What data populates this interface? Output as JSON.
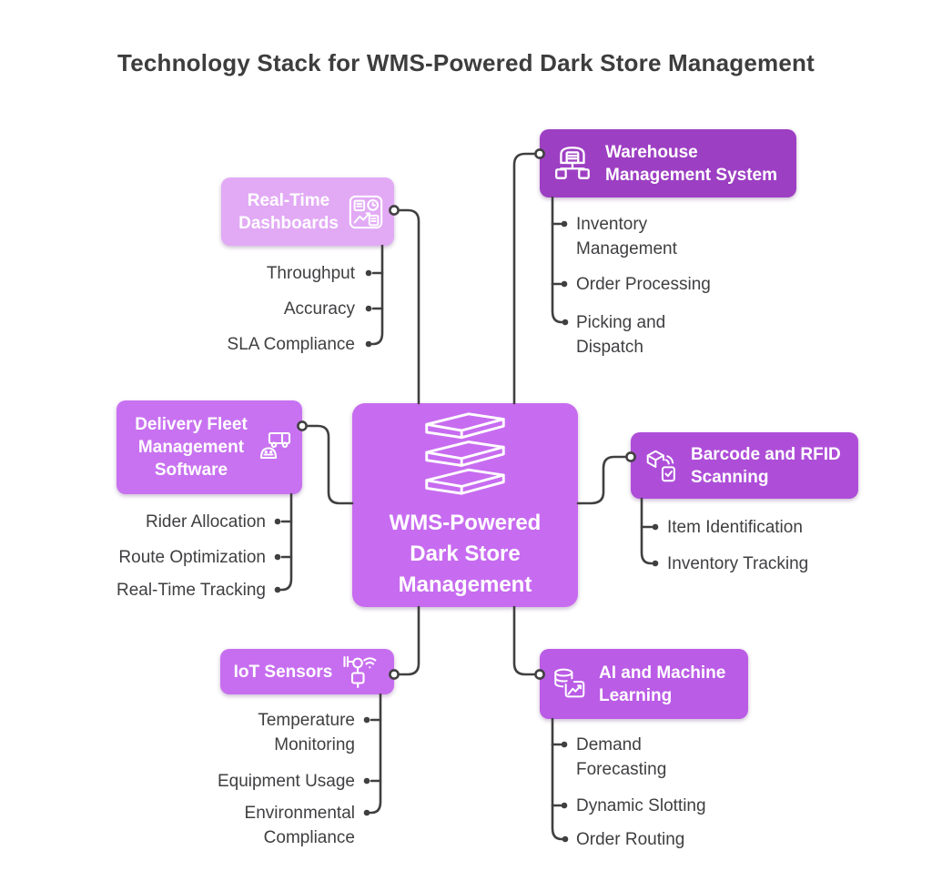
{
  "title": "Technology Stack for WMS-Powered Dark Store Management",
  "center": {
    "label": "WMS-Powered Dark Store Management",
    "icon": "stacked-layers-icon"
  },
  "branches": [
    {
      "id": "warehouse-management-system",
      "label": "Warehouse Management System",
      "icon": "warehouse-network-icon",
      "side": "top-right",
      "items": [
        "Inventory Management",
        "Order Processing",
        "Picking and Dispatch"
      ]
    },
    {
      "id": "real-time-dashboards",
      "label": "Real-Time Dashboards",
      "icon": "dashboard-panel-icon",
      "side": "top-left",
      "items": [
        "Throughput",
        "Accuracy",
        "SLA Compliance"
      ]
    },
    {
      "id": "delivery-fleet-management-software",
      "label": "Delivery Fleet Management Software",
      "icon": "truck-rider-icon",
      "side": "left",
      "items": [
        "Rider Allocation",
        "Route Optimization",
        "Real-Time Tracking"
      ]
    },
    {
      "id": "barcode-and-rfid-scanning",
      "label": "Barcode and RFID Scanning",
      "icon": "box-scan-icon",
      "side": "right",
      "items": [
        "Item Identification",
        "Inventory Tracking"
      ]
    },
    {
      "id": "iot-sensors",
      "label": "IoT Sensors",
      "icon": "iot-sensor-icon",
      "side": "bottom-left",
      "items": [
        "Temperature Monitoring",
        "Equipment Usage",
        "Environmental Compliance"
      ]
    },
    {
      "id": "ai-and-machine-learning",
      "label": "AI and Machine Learning",
      "icon": "database-chart-icon",
      "side": "bottom-right",
      "items": [
        "Demand Forecasting",
        "Dynamic Slotting",
        "Order Routing"
      ]
    }
  ],
  "palette": {
    "center": "#c76cf0",
    "warehouse": "#9d3fc3",
    "dashboards": "#e2aaf5",
    "fleet": "#c872f1",
    "barcode": "#ae4ed8",
    "iot": "#c76ef0",
    "ai": "#ba5ce6",
    "connector": "#404040",
    "item_text": "#3f3f42",
    "title_text": "#3d3d3d",
    "background": "#ffffff"
  }
}
